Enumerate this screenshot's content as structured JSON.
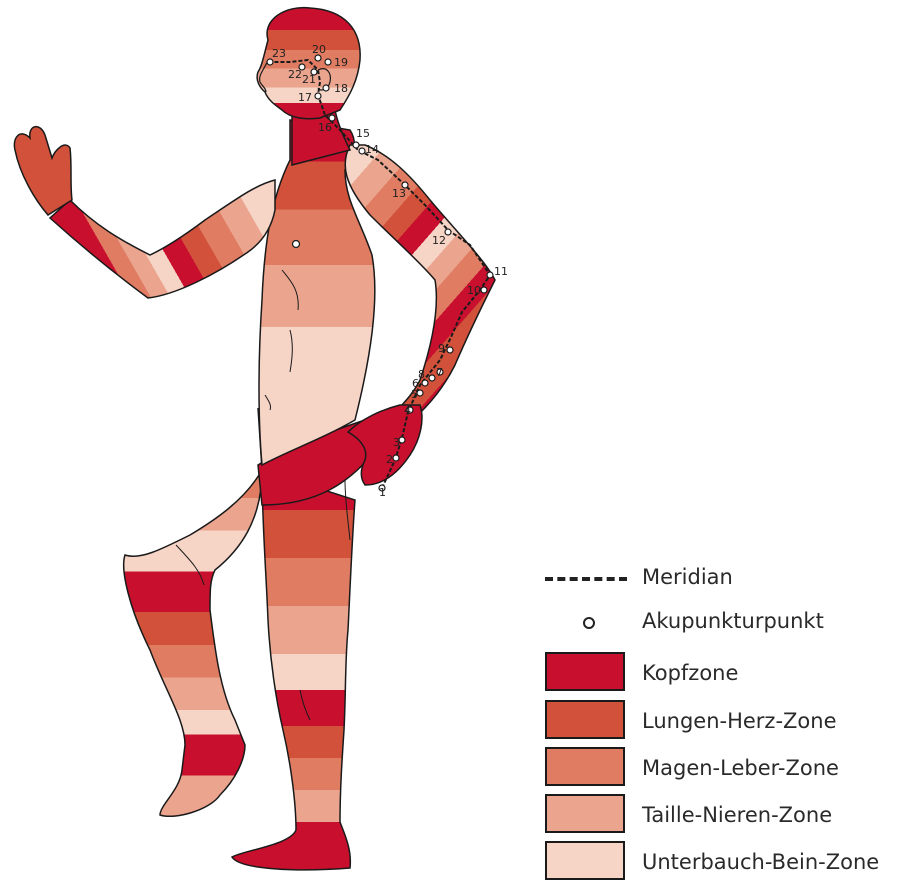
{
  "legend": {
    "meridian": "Meridian",
    "acupoint": "Akupunkturpunkt",
    "zones": [
      {
        "label": "Kopfzone",
        "color": "#c8102e"
      },
      {
        "label": "Lungen-Herz-Zone",
        "color": "#d2513b"
      },
      {
        "label": "Magen-Leber-Zone",
        "color": "#df7c62"
      },
      {
        "label": "Taille-Nieren-Zone",
        "color": "#eba58f"
      },
      {
        "label": "Unterbauch-Bein-Zone",
        "color": "#f6d4c6"
      }
    ]
  },
  "points": [
    "1",
    "2",
    "3",
    "4",
    "5",
    "6",
    "7",
    "8",
    "9",
    "10",
    "11",
    "12",
    "13",
    "14",
    "15",
    "16",
    "17",
    "18",
    "19",
    "20",
    "21",
    "22",
    "23"
  ]
}
